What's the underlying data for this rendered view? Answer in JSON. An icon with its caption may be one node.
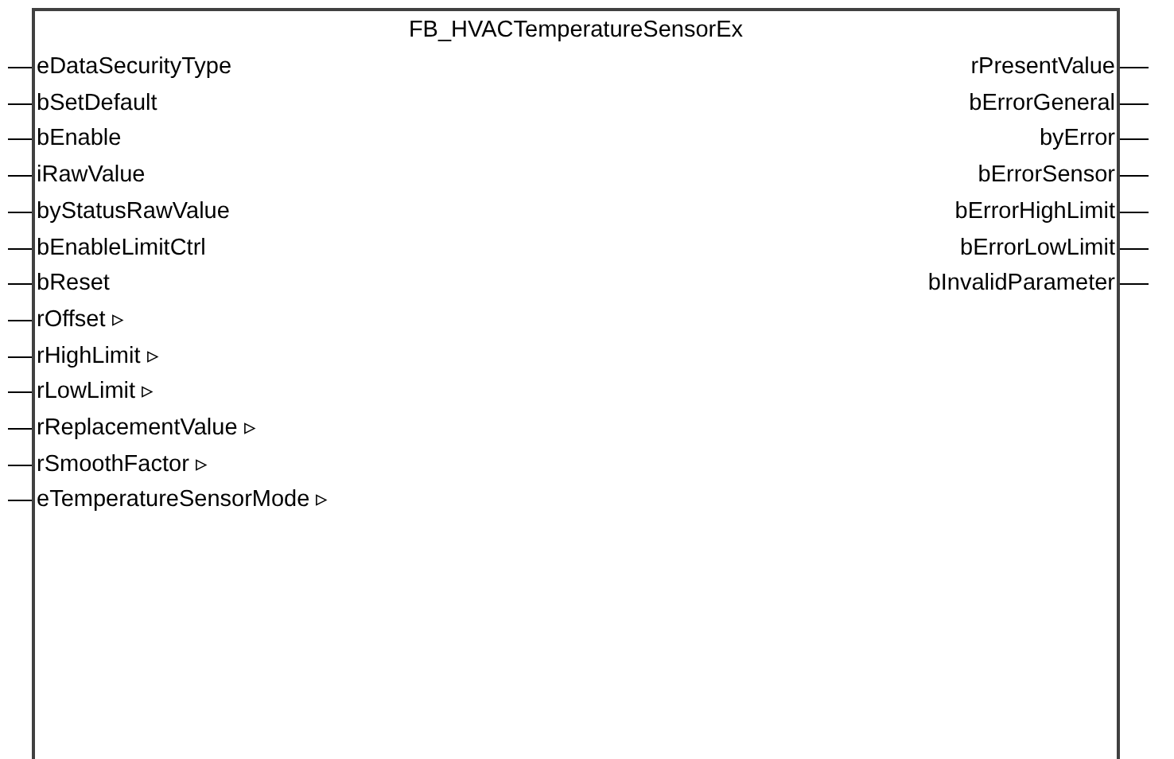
{
  "diagram": {
    "nodes": [
      {
        "text": [
          "FB_HVACTemperatureSensorEx"
        ]
      },
      {
        "text": [
          "eDataSecurityType"
        ],
        "in": 0
      },
      {
        "text": [
          "bSetDefault"
        ],
        "in": 0
      },
      {
        "text": [
          "bEnable"
        ],
        "in": 0
      },
      {
        "text": [
          "iRawValue"
        ],
        "in": 0
      },
      {
        "text": [
          "byStatusRawValue"
        ],
        "in": 0
      },
      {
        "text": [
          "bEnableLimitCtrl"
        ],
        "in": 0
      },
      {
        "text": [
          "bReset"
        ],
        "in": 0
      },
      {
        "text": [
          "rOffset ▹"
        ],
        "in": 0
      },
      {
        "text": [
          "rHighLimit ▹"
        ],
        "in": 0
      },
      {
        "text": [
          "rLowLimit ▹"
        ],
        "in": 0
      },
      {
        "text": [
          "rReplacementValue ▹"
        ],
        "in": 0
      },
      {
        "text": [
          "rSmoothFactor ▹"
        ],
        "in": 0
      },
      {
        "text": [
          "eTemperatureSensorMode ▹"
        ],
        "in": 0
      },
      {
        "text": [
          "rPresentValue"
        ],
        "in": 0
      },
      {
        "text": [
          "bErrorGeneral"
        ],
        "in": 0
      },
      {
        "text": [
          "byError"
        ],
        "in": 0
      },
      {
        "text": [
          "bErrorSensor"
        ],
        "in": 0
      },
      {
        "text": [
          "bErrorHighLimit"
        ],
        "in": 0
      },
      {
        "text": [
          "bErrorLowLimit"
        ],
        "in": 0
      },
      {
        "text": [
          "bInvalidParameter"
        ],
        "in": 0
      }
    ],
    "edges": [
      {
        "from": null,
        "to": 1,
        "arrow": "none"
      },
      {
        "from": null,
        "to": 2,
        "arrow": "none"
      },
      {
        "from": null,
        "to": 3,
        "arrow": "none"
      },
      {
        "from": null,
        "to": 4,
        "arrow": "none"
      },
      {
        "from": null,
        "to": 5,
        "arrow": "none"
      },
      {
        "from": null,
        "to": 6,
        "arrow": "none"
      },
      {
        "from": null,
        "to": 7,
        "arrow": "none"
      },
      {
        "from": null,
        "to": 8,
        "arrow": "none"
      },
      {
        "from": null,
        "to": 9,
        "arrow": "none"
      },
      {
        "from": null,
        "to": 10,
        "arrow": "none"
      },
      {
        "from": null,
        "to": 11,
        "arrow": "none"
      },
      {
        "from": null,
        "to": 12,
        "arrow": "none"
      },
      {
        "from": null,
        "to": 13,
        "arrow": "none"
      },
      {
        "from": 14,
        "to": null,
        "arrow": "none"
      },
      {
        "from": 15,
        "to": null,
        "arrow": "none"
      },
      {
        "from": 16,
        "to": null,
        "arrow": "none"
      },
      {
        "from": 17,
        "to": null,
        "arrow": "none"
      },
      {
        "from": 18,
        "to": null,
        "arrow": "none"
      },
      {
        "from": 19,
        "to": null,
        "arrow": "none"
      },
      {
        "from": 20,
        "to": null,
        "arrow": "none"
      }
    ]
  }
}
